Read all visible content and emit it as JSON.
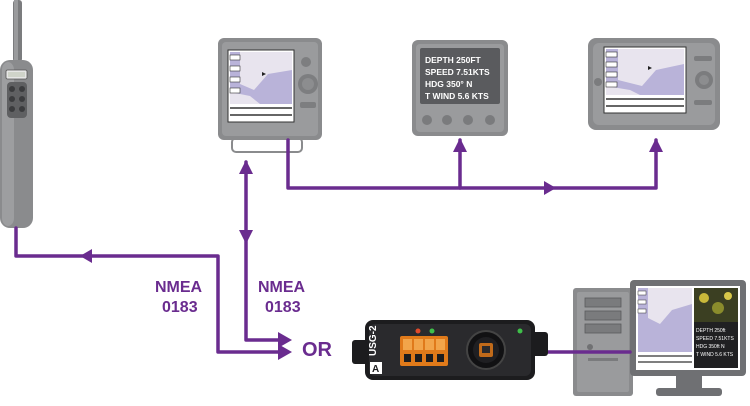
{
  "colors": {
    "line": "#6a2c8f",
    "device": "#8a8b8d",
    "device_dark": "#6f7073",
    "screen_water": "#b9b3d9",
    "screen_land": "#e8e4ee",
    "gateway": "#1c1c1e"
  },
  "labels": {
    "nmea_left_1": "NMEA",
    "nmea_left_2": "0183",
    "nmea_mid_1": "NMEA",
    "nmea_mid_2": "0183",
    "or": "OR"
  },
  "instrument_display": {
    "line1": "DEPTH 250FT",
    "line2": "SPEED 7.51KTS",
    "line3": "HDG  350°  N",
    "line4": "T WIND 5.6 KTS"
  },
  "pc_display": {
    "line1": "DEPTH 250ft",
    "line2": "SPEED 7.51KTS",
    "line3": "HDG 350ft N",
    "line4": "T WIND 5.6 KTS"
  },
  "gateway": {
    "model": "USG-2",
    "port_letter": "A"
  },
  "icons": [
    "vhf-radio-icon",
    "chartplotter-icon",
    "instrument-display-icon",
    "multifunction-display-icon",
    "usg2-gateway-icon",
    "desktop-pc-icon",
    "arrow-icon"
  ]
}
